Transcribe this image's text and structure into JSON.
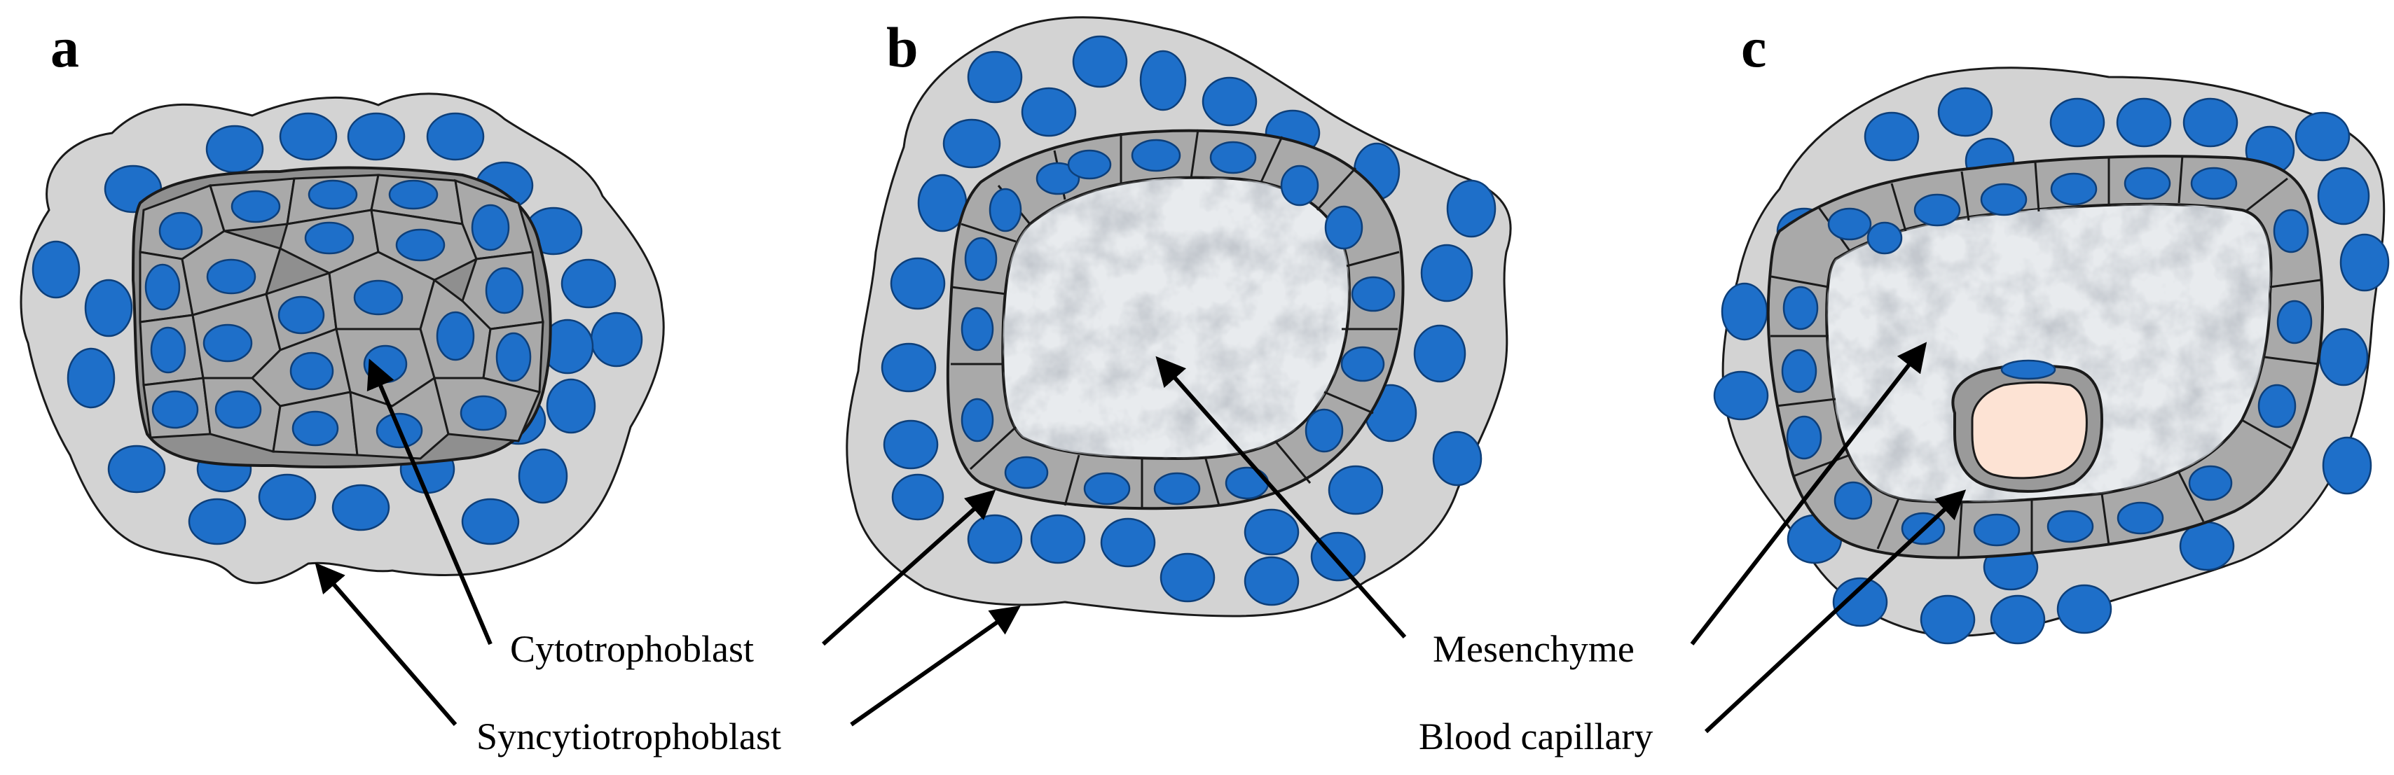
{
  "panels": [
    {
      "id": "a",
      "label": "a"
    },
    {
      "id": "b",
      "label": "b"
    },
    {
      "id": "c",
      "label": "c"
    }
  ],
  "callouts": {
    "cytotrophoblast": "Cytotrophoblast",
    "syncytiotrophoblast": "Syncytiotrophoblast",
    "mesenchyme": "Mesenchyme",
    "blood_capillary": "Blood capillary"
  },
  "colors": {
    "syncytium_fill": "#d3d3d3",
    "nucleus_fill": "#1e6fc9",
    "cytotrophoblast_fill": "#a9a9a9",
    "mesenchyme_fill": "#e6eaee",
    "capillary_fill": "#fde3d4"
  }
}
